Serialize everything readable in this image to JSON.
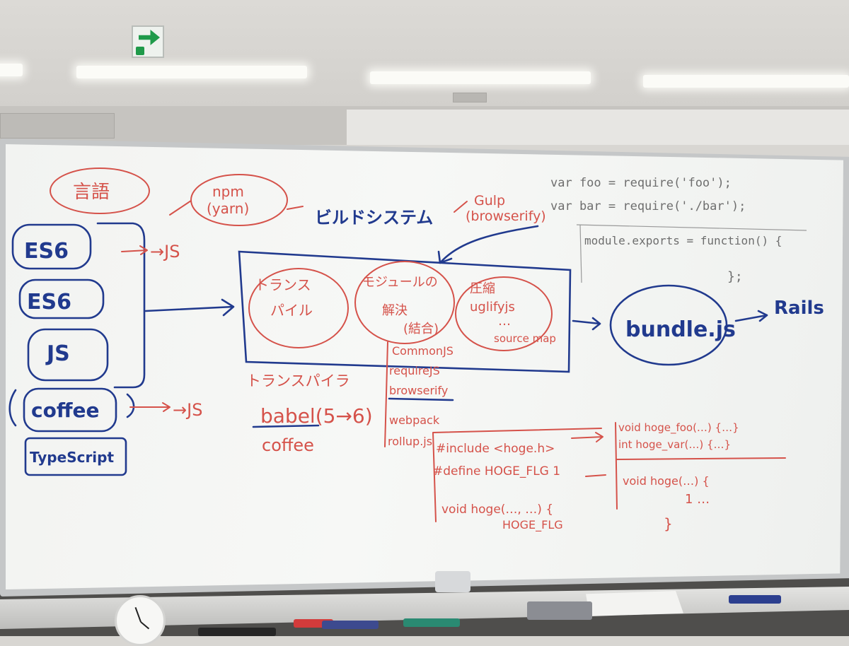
{
  "photo": {
    "subject": "whiteboard",
    "colors": {
      "red_ink": "#d5524a",
      "blue_ink": "#213a8e",
      "gray_ink": "#6e6e6e"
    }
  },
  "board": {
    "language_label": "言語",
    "languages": [
      "ES6",
      "ES6",
      "JS",
      "coffee",
      "TypeScript"
    ],
    "arrow_js_top": "→JS",
    "arrow_js_bottom": "→JS",
    "package_manager": "npm\n(yarn)",
    "build_system": "ビルドシステム",
    "gulp": "Gulp\n(browserify)",
    "transpile": "トランス\nパイル",
    "module_resolution": "モジュールの\n解決\n(結合)",
    "minify": "圧縮\nuglifyjs\n…\nsource map",
    "bundle": "bundle.js",
    "rails": "Rails",
    "transpiler_heading": "トランスパイラ",
    "transpiler_babel": "babel(5→6)",
    "transpiler_coffee": "coffee",
    "module_tools": [
      "CommonJS",
      "requireJS",
      "browserify",
      "webpack",
      "rollup.js"
    ],
    "code_gray": [
      "var foo = require('foo');",
      "var bar = require('./bar');",
      "module.exports = function() {",
      "};"
    ],
    "c_left": [
      "#include <hoge.h>",
      "#define HOGE_FLG 1",
      "void hoge(…, …) {",
      "HOGE_FLG"
    ],
    "c_right": [
      "void hoge_foo(…) {…}",
      "int hoge_var(…) {…}",
      "void hoge(…) {",
      "1 …",
      "}"
    ]
  }
}
